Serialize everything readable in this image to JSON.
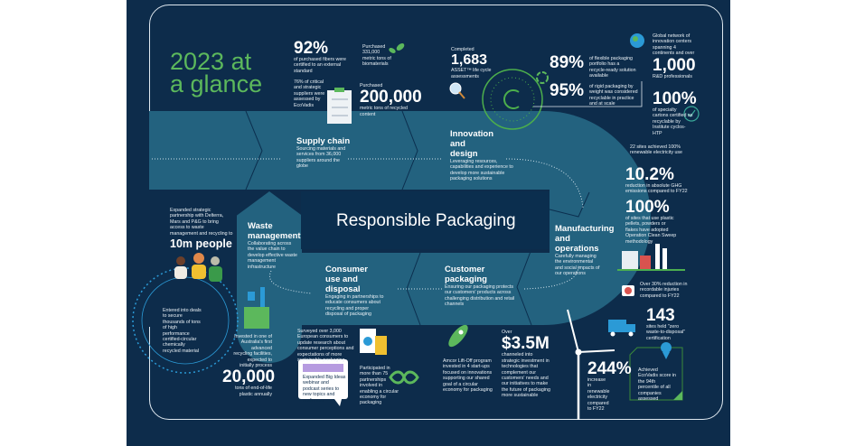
{
  "title": "2023 at a glance",
  "center_title": "Responsible Packaging",
  "colors": {
    "navy": "#0d2c4b",
    "band": "#23627f",
    "accent_green": "#5cb85c",
    "icon_blue": "#1e90d6"
  },
  "top": {
    "fibers": {
      "value": "92%",
      "text": "of purchased fibers were certified to an external standard"
    },
    "biomaterials": {
      "text": "Purchased 331,000 metric tons of biomaterials"
    },
    "suppliers": {
      "text": "76% of critical and strategic suppliers were assessed by EcoVadis"
    },
    "recycled": {
      "label": "Purchased",
      "value": "200,000",
      "text": "metric tons of recycled content"
    },
    "asset": {
      "label": "Completed",
      "value": "1,683",
      "text": "ASSET™ life cycle assessments"
    },
    "flexible": {
      "value": "89%",
      "text": "of flexible packaging portfolio has a recycle-ready solution available"
    },
    "rigid": {
      "value": "95%",
      "text": "of rigid packaging by weight was considered recyclable in practice and at scale"
    },
    "innovation_centers": {
      "text": "Global network of innovation centers spanning 4 continents and over",
      "value": "1,000",
      "unit": "R&D professionals"
    },
    "cartons": {
      "value": "100%",
      "text": "of specialty cartons certified as recyclable by Institute cyclos-HTP"
    }
  },
  "stages": [
    {
      "title": "Supply chain",
      "text": "Sourcing materials and services from 36,000 suppliers around the globe"
    },
    {
      "title": "Innovation and design",
      "text": "Leveraging resources, capabilities and experience to develop more sustainable packaging solutions"
    },
    {
      "title": "Manufacturing and operations",
      "text": "Carefully managing the environmental and social impacts of our operations"
    },
    {
      "title": "Customer packaging",
      "text": "Ensuring our packaging protects our customers' products across challenging distribution and retail channels"
    },
    {
      "title": "Consumer use and disposal",
      "text": "Engaging in partnerships to educate consumers about recycling and proper disposal of packaging"
    },
    {
      "title": "Waste management",
      "text": "Collaborating across the value chain to develop effective waste management infrastructure"
    }
  ],
  "right": {
    "renewable_sites": "22 sites achieved 100% renewable electricity use",
    "ghg": {
      "value": "10.2%",
      "text": "reduction in absolute GHG emissions compared to FY22"
    },
    "clean_sweep": {
      "value": "100%",
      "text": "of sites that use plastic pellets, powders or flakes have adopted Operation Clean Sweep methodology"
    },
    "injuries": "Over 30% reduction in recordable injuries compared to FY22",
    "zero_waste": {
      "value": "143",
      "text": "sites held \"zero waste-to-disposal\" certification"
    },
    "ecovadis": "Achieved EcoVadis score in the 94th percentile of all companies assessed"
  },
  "left": {
    "partnership": {
      "text": "Expanded strategic partnership with Delterra, Mars and P&G to bring access to waste management and recycling to",
      "value": "10m people"
    },
    "deals": "Entered into deals to secure thousands of tons of high performance certified-circular chemically recycled material",
    "facility": {
      "text": "Invested in one of Australia's first advanced recycling facilities, expected to initially process",
      "value": "20,000",
      "unit": "tons of end-of-life plastic annually"
    }
  },
  "bottom": {
    "survey": "Surveyed over 3,000 European consumers to update research about consumer perceptions and expectations of more sustainable packaging",
    "big_ideas": "Expanded Big Ideas webinar and podcast series to new topics and audiences",
    "partnerships": "Participated in more than 75 partnerships involved in enabling a circular economy for packaging",
    "liftoff": "Amcor Lift-Off program invested in 4 start-ups focused on innovations supporting our shared goal of a circular economy for packaging",
    "investment": {
      "label": "Over",
      "value": "$3.5M",
      "text": "channeled into strategic investment in technologies that complement our customers' needs and our initiatives to make the future of packaging more sustainable"
    },
    "renewable_increase": {
      "value": "244%",
      "text": "increase in renewable electricity compared to FY22"
    }
  }
}
